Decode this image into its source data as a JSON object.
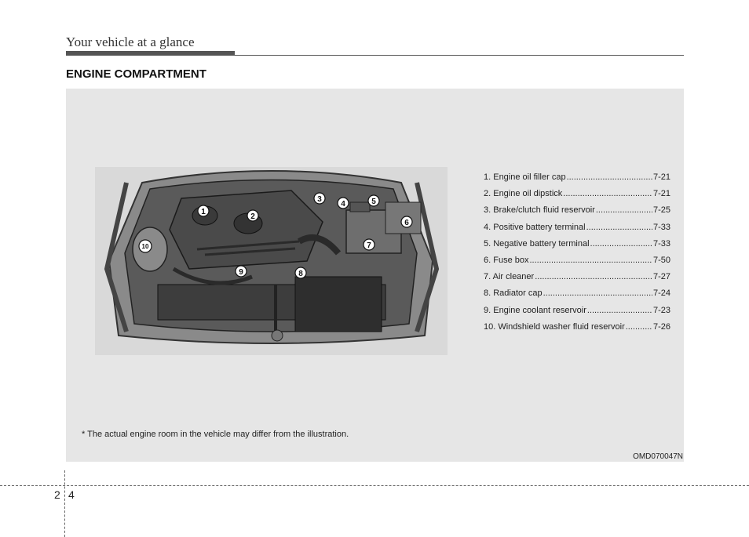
{
  "header": {
    "title": "Your vehicle at a glance"
  },
  "section_title": "ENGINE COMPARTMENT",
  "legend": [
    {
      "label": "1. Engine oil filler cap",
      "page": "7-21"
    },
    {
      "label": "2. Engine oil dipstick",
      "page": "7-21"
    },
    {
      "label": "3. Brake/clutch fluid reservoir",
      "page": "7-25"
    },
    {
      "label": "4. Positive battery terminal",
      "page": "7-33"
    },
    {
      "label": "5. Negative battery terminal",
      "page": "7-33"
    },
    {
      "label": "6. Fuse box",
      "page": "7-50"
    },
    {
      "label": "7. Air cleaner",
      "page": "7-27"
    },
    {
      "label": "8. Radiator cap",
      "page": "7-24"
    },
    {
      "label": "9. Engine coolant reservoir",
      "page": "7-23"
    },
    {
      "label": "10. Windshield washer fluid reservoir",
      "page": "7-26"
    }
  ],
  "callouts": [
    "1",
    "2",
    "3",
    "4",
    "5",
    "6",
    "7",
    "8",
    "9",
    "10"
  ],
  "footnote": "* The actual engine room in the vehicle may differ from the illustration.",
  "illustration_code": "OMD070047N",
  "page": {
    "chapter": "2",
    "number": "4"
  }
}
